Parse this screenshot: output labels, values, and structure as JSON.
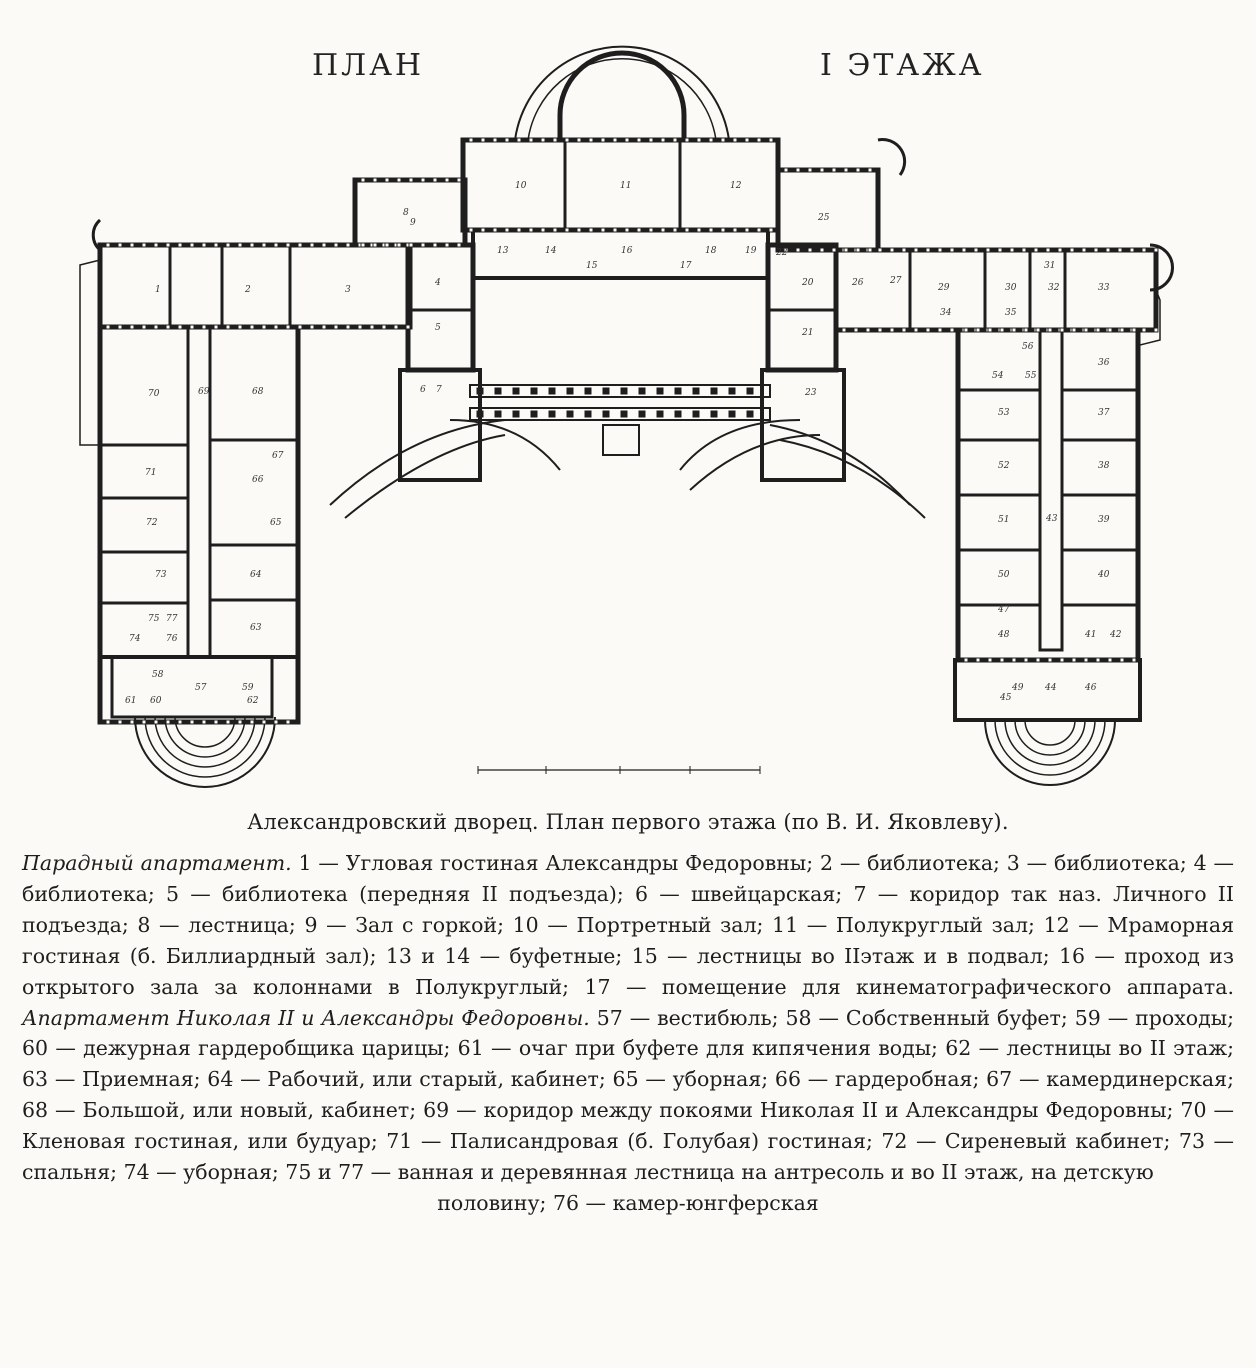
{
  "plan": {
    "title_left": "ПЛАН",
    "title_right": "I ЭТАЖА",
    "room_numbers": [
      "1",
      "2",
      "3",
      "4",
      "5",
      "6",
      "7",
      "8",
      "9",
      "10",
      "11",
      "12",
      "13",
      "14",
      "15",
      "16",
      "17",
      "18",
      "19",
      "20",
      "21",
      "22",
      "23",
      "25",
      "26",
      "27",
      "29",
      "30",
      "31",
      "32",
      "33",
      "34",
      "35",
      "36",
      "37",
      "38",
      "39",
      "40",
      "41",
      "42",
      "43",
      "44",
      "45",
      "46",
      "47",
      "48",
      "49",
      "50",
      "51",
      "52",
      "53",
      "54",
      "55",
      "56",
      "57",
      "58",
      "59",
      "60",
      "61",
      "62",
      "63",
      "64",
      "65",
      "66",
      "67",
      "68",
      "69",
      "70",
      "71",
      "72",
      "73",
      "74",
      "75",
      "76",
      "77"
    ]
  },
  "caption": "Александровский дворец. План первого этажа (по В. И. Яковлеву).",
  "legend": {
    "heading1": "Парадный апартамент.",
    "part1": " 1 — Угловая гостиная Александры Федоровны; 2 — библиотека; 3 — библиотека; 4 — библиотека; 5 — библиотека (передняя II подъезда); 6 — швейцарская; 7 — коридор так наз. Личного II подъезда; 8 — лестница; 9 — Зал с горкой; 10 — Портретный зал; 11 — Полукруглый зал; 12 — Мраморная гостиная (б. Биллиардный зал); 13 и 14 — буфетные; 15 — лестницы во IIэтаж и в подвал; 16 — проход из открытого зала за колоннами в Полукруглый; 17 — помещение для кинематографического аппарата.",
    "heading2": "Апартамент Николая II и Александры Федоровны.",
    "part2": " 57 — вестибюль; 58 — Собственный буфет; 59 — проходы; 60 — дежурная гардеробщика царицы; 61 — очаг при буфете для кипячения воды; 62 — лестницы во II этаж; 63 — Приемная; 64 — Рабочий, или старый, кабинет; 65 — уборная; 66 — гардеробная; 67 — камердинерская; 68 — Большой, или новый, кабинет; 69 — коридор между покоями Николая II и Александры Федоровны; 70 — Кленовая гостиная, или будуар; 71 — Палисандровая (б. Голубая) гостиная; 72 — Сиреневый кабинет; 73 — спальня; 74 — уборная; 75 и 77 — ванная и деревянная лестница на антресоль и во II этаж, на детскую",
    "last_line": "половину; 76 — камер-юнгферская"
  },
  "colors": {
    "ink": "#1e1e1e",
    "paper": "#fbfaf6"
  }
}
